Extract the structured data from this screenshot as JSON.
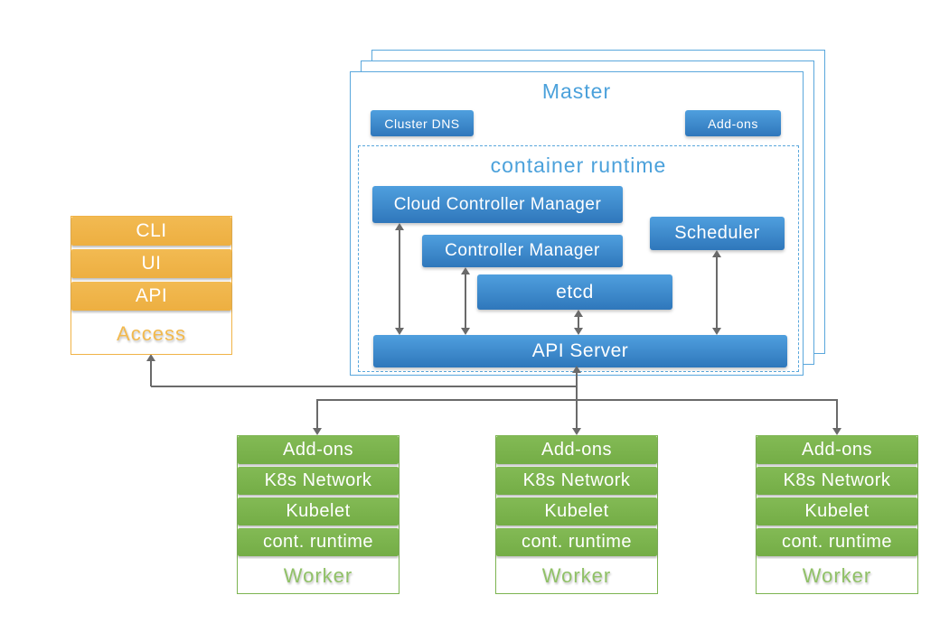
{
  "colors": {
    "component_blue_top": "#4f9fde",
    "component_blue_bottom": "#2f77bb",
    "master_border_blue": "#5aa7dc",
    "master_title_blue": "#4ba1db",
    "access_orange": "#f0b346",
    "worker_green": "#7cb450",
    "arrow_gray": "#6a6a6a"
  },
  "master": {
    "title": "Master",
    "badges": {
      "cluster_dns": "Cluster DNS",
      "addons": "Add-ons"
    },
    "container_runtime": {
      "title": "container runtime",
      "components": {
        "cloud_controller_manager": "Cloud Controller Manager",
        "controller_manager": "Controller Manager",
        "scheduler": "Scheduler",
        "etcd": "etcd",
        "api_server": "API Server"
      }
    }
  },
  "access": {
    "rows": [
      "CLI",
      "UI",
      "API"
    ],
    "label": "Access"
  },
  "workers": {
    "count": 3,
    "rows": [
      "Add-ons",
      "K8s Network",
      "Kubelet",
      "cont. runtime"
    ],
    "label": "Worker"
  }
}
